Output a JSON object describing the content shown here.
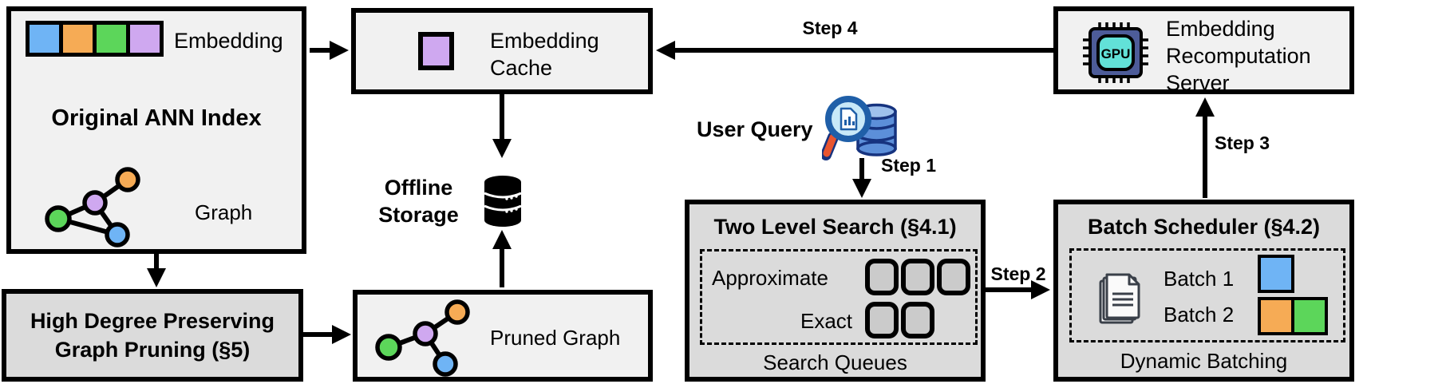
{
  "diagram": {
    "original_index": {
      "embedding_label": "Embedding",
      "title": "Original ANN Index",
      "graph_label": "Graph"
    },
    "pruning": {
      "line1": "High Degree Preserving",
      "line2": "Graph Pruning (§5)"
    },
    "cache": {
      "line1": "Embedding",
      "line2": "Cache"
    },
    "storage": {
      "line1": "Offline",
      "line2": "Storage"
    },
    "pruned_graph": {
      "label": "Pruned Graph"
    },
    "user_query": {
      "label": "User Query"
    },
    "search": {
      "title": "Two Level Search (§4.1)",
      "row1_label": "Approximate",
      "row1_slots": 3,
      "row2_label": "Exact",
      "row2_slots": 2,
      "footer": "Search Queues"
    },
    "scheduler": {
      "title": "Batch Scheduler (§4.2)",
      "batch1_label": "Batch 1",
      "batch2_label": "Batch 2",
      "footer": "Dynamic Batching"
    },
    "server": {
      "line1": "Embedding",
      "line2": "Recomputation",
      "line3": "Server",
      "chip_label": "GPU"
    },
    "steps": {
      "step1": "Step 1",
      "step2": "Step 2",
      "step3": "Step 3",
      "step4": "Step 4"
    },
    "colors": {
      "blue": "#6FB4F5",
      "orange": "#F6AB55",
      "green": "#5CD65A",
      "purple": "#CFA8F0",
      "chip_body": "#4D5C99",
      "chip_core": "#62E1D8",
      "query_db": "#5C8FD9",
      "lens": "#C8E9F8",
      "handle": "#E8542F"
    },
    "icons": {
      "database": "database-icon",
      "gpu": "gpu-chip-icon",
      "documents": "documents-icon",
      "query": "search-database-icon"
    }
  }
}
